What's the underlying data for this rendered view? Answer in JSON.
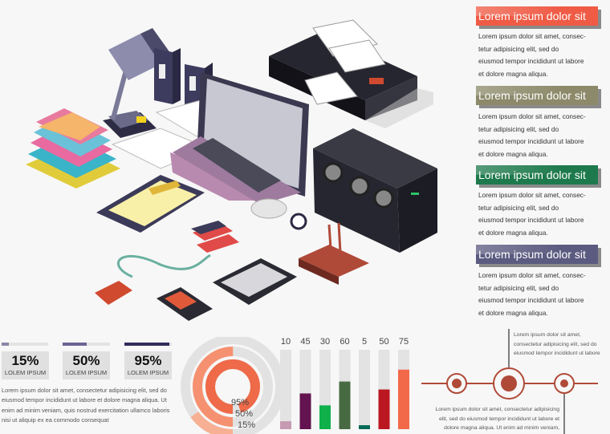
{
  "panels": [
    {
      "title": "Lorem ipsum dolor sit",
      "color": "#ef5b45",
      "lines": [
        "Lorem ipsum dolor sit amet, consec-",
        "tetur adipisicing elit, sed do",
        "eiusmod tempor incididunt ut labore",
        "et dolore magna aliqua."
      ]
    },
    {
      "title": "Lorem ipsum dolor sit",
      "color": "#8c8a6a",
      "lines": [
        "Lorem ipsum dolor sit amet, consec-",
        "tetur adipisicing elit, sed do",
        "eiusmod tempor incididunt ut labore",
        "et dolore magna aliqua."
      ]
    },
    {
      "title": "Lorem ipsum dolor sit",
      "color": "#1e7a4c",
      "lines": [
        "Lorem ipsum dolor sit amet, consec-",
        "tetur adipisicing elit, sed do",
        "eiusmod tempor incididunt ut labore",
        "et dolore magna aliqua."
      ]
    },
    {
      "title": "Lorem ipsum dolor sit",
      "color": "#5b5a80",
      "lines": [
        "Lorem ipsum dolor sit amet, consec-",
        "tetur adipisicing elit, sed do",
        "eiusmod tempor incididunt ut labore",
        "et dolore magna aliqua."
      ]
    }
  ],
  "stats": [
    {
      "value": "15%",
      "percent": 15,
      "label": "LOLEM IPSUM",
      "color": "#8c86a8"
    },
    {
      "value": "50%",
      "percent": 50,
      "label": "LOLEM IPSUM",
      "color": "#6a6494"
    },
    {
      "value": "95%",
      "percent": 95,
      "label": "LOLEM IPSUM",
      "color": "#302c5a"
    }
  ],
  "stats_text": [
    "Lorem ipsum dolor sit amet, consectetur adipisicing elit, sed do",
    "eiusmod tempor incididunt ut labore et dolore magna aliqua. Ut",
    "enim ad minim veniam, quis nostrud exercitation ullamco laboris",
    "nisi ut aliquip ex ea commodo consequat"
  ],
  "chart_data": [
    {
      "type": "donut",
      "series": [
        {
          "label": "95%",
          "value": 95,
          "color": "#ee6a48"
        },
        {
          "label": "50%",
          "value": 50,
          "color": "#f59170"
        },
        {
          "label": "15%",
          "value": 15,
          "color": "#f7b093"
        }
      ]
    },
    {
      "type": "bar",
      "values": [
        10,
        45,
        30,
        60,
        5,
        50,
        75
      ],
      "labels": [
        "10",
        "45",
        "30",
        "60",
        "5",
        "50",
        "75"
      ],
      "colors": [
        "#c69ab0",
        "#63134f",
        "#10b04a",
        "#476a42",
        "#036a57",
        "#bb1720",
        "#f2694a"
      ],
      "ylim": [
        0,
        100
      ]
    }
  ],
  "timeline": {
    "top_text": [
      "Lorem ipsum dolor sit amet,",
      "consectetur adipisicing elit, sed do",
      "eiusmod tempor incididunt ut labore"
    ],
    "bottom_text": [
      "Lorem ipsum dolor sit amet, consectetur adipisicing",
      "elit, sed do eiusmod tempor incididunt ut labore et",
      "dolore magna aliqua. Ut enim ad minim veniam,"
    ],
    "color": "#b04a38"
  }
}
